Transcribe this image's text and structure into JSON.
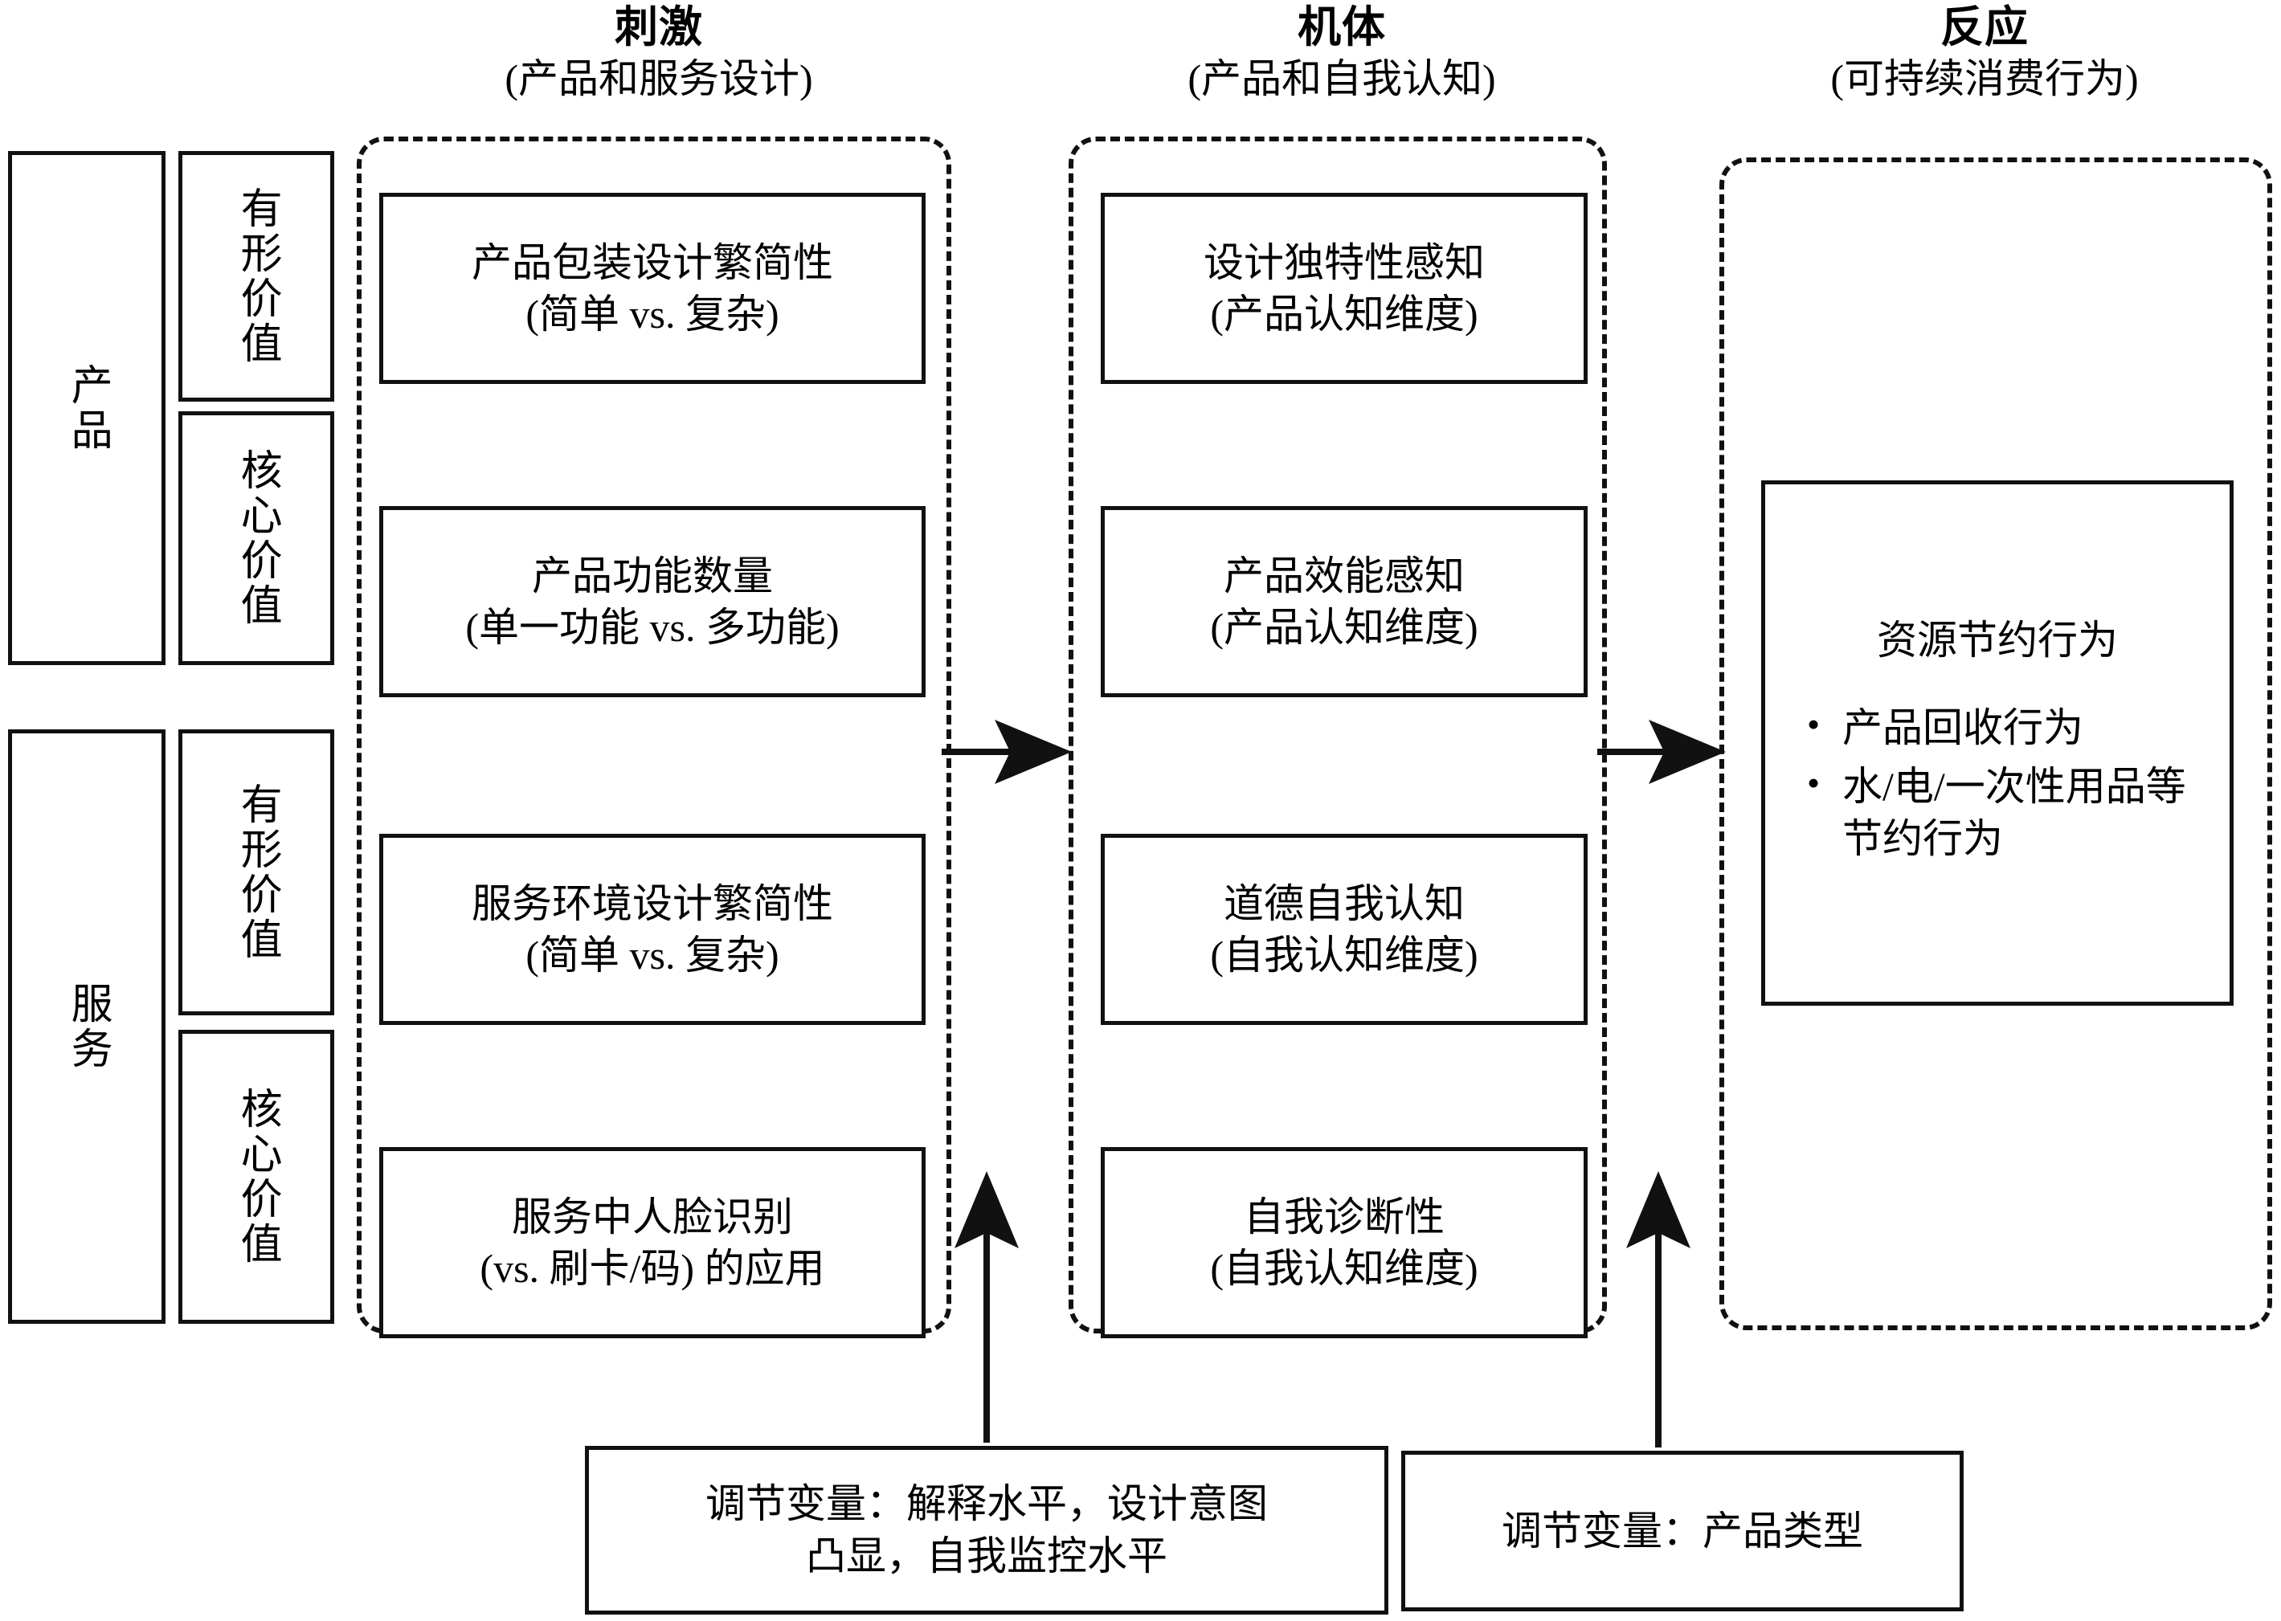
{
  "columns": [
    {
      "title": "刺激",
      "subtitle": "(产品和服务设计)"
    },
    {
      "title": "机体",
      "subtitle": "(产品和自我认知)"
    },
    {
      "title": "反应",
      "subtitle": "(可持续消费行为)"
    }
  ],
  "left_axis": {
    "groups": [
      {
        "label": "产品",
        "values": [
          "有形价值",
          "核心价值"
        ]
      },
      {
        "label": "服务",
        "values": [
          "有形价值",
          "核心价值"
        ]
      }
    ]
  },
  "stimulus": {
    "boxes": [
      {
        "line1": "产品包装设计繁简性",
        "line2": "(简单 vs. 复杂)"
      },
      {
        "line1": "产品功能数量",
        "line2": "(单一功能 vs. 多功能)"
      },
      {
        "line1": "服务环境设计繁简性",
        "line2": "(简单 vs. 复杂)"
      },
      {
        "line1": "服务中人脸识别",
        "line2": "(vs. 刷卡/码) 的应用"
      }
    ]
  },
  "organism": {
    "boxes": [
      {
        "line1": "设计独特性感知",
        "line2": "(产品认知维度)"
      },
      {
        "line1": "产品效能感知",
        "line2": "(产品认知维度)"
      },
      {
        "line1": "道德自我认知",
        "line2": "(自我认知维度)"
      },
      {
        "line1": "自我诊断性",
        "line2": "(自我认知维度)"
      }
    ]
  },
  "response": {
    "title": "资源节约行为",
    "bullets": [
      "产品回收行为",
      "水/电/一次性用品等节约行为"
    ]
  },
  "moderators": [
    {
      "line1": "调节变量：解释水平，设计意图",
      "line2": "凸显，自我监控水平"
    },
    {
      "line1": "调节变量：产品类型",
      "line2": ""
    }
  ],
  "colors": {
    "stroke": "#111111",
    "background": "#ffffff"
  }
}
